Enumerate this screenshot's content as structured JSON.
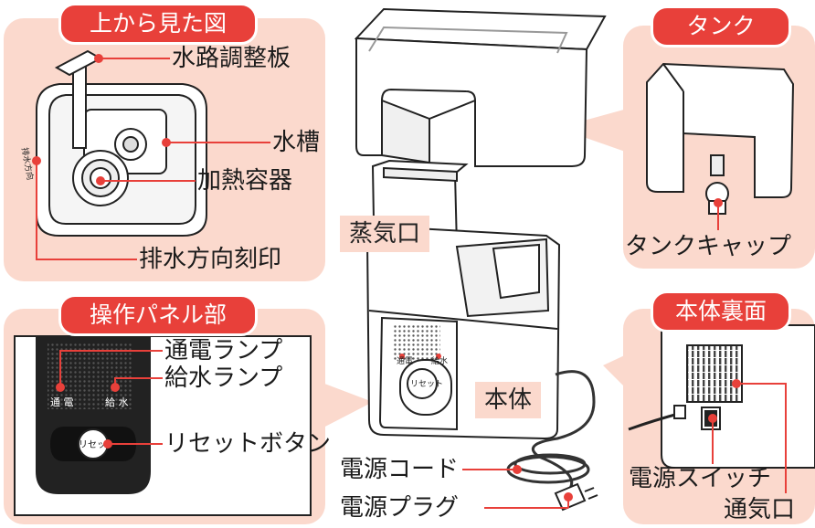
{
  "topview": {
    "title": "上から見た図",
    "labels": [
      "水路調整板",
      "水槽",
      "加熱容器",
      "排水方向刻印"
    ],
    "stamp": "排水方向"
  },
  "tank": {
    "title": "タンク",
    "cap_label": "タンクキャップ"
  },
  "panel_section": {
    "title": "操作パネル部",
    "labels": [
      "通電ランプ",
      "給水ランプ",
      "リセットボタン"
    ],
    "lamp1": "通 電",
    "lamp2": "給 水",
    "reset": "リセット"
  },
  "back": {
    "title": "本体裏面",
    "switch_label": "電源スイッチ",
    "vent_label": "通気口"
  },
  "center": {
    "steam_label": "蒸気口",
    "body_label": "本体",
    "cord_label": "電源コード",
    "plug_label": "電源プラグ",
    "small_lamp1": "通電",
    "small_lamp2": "給水",
    "small_reset": "リセット"
  },
  "colors": {
    "accent": "#e8403a",
    "panel_bg": "#fbd9cd"
  }
}
